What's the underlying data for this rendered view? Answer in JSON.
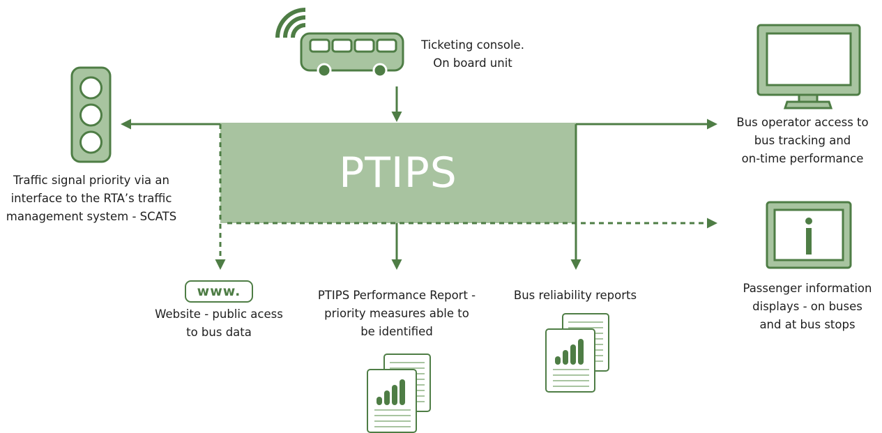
{
  "colors": {
    "primary": "#4e7d45",
    "fill": "#a8c4a0",
    "core_fill": "#a8c3a0",
    "text": "#1e1e1e"
  },
  "center": {
    "title": "PTIPS"
  },
  "nodes": {
    "ticketing": {
      "icon": "bus-wireless-icon",
      "lines": [
        "Ticketing console.",
        "On board unit"
      ]
    },
    "traffic": {
      "icon": "traffic-light-icon",
      "lines": [
        "Traffic signal priority via an",
        "interface to the RTA’s traffic",
        "management system - SCATS"
      ]
    },
    "operator": {
      "icon": "monitor-icon",
      "lines": [
        "Bus operator access to",
        "bus tracking and",
        "on-time performance"
      ]
    },
    "passenger": {
      "icon": "info-display-icon",
      "lines": [
        "Passenger information",
        "displays - on buses",
        "and at bus stops"
      ]
    },
    "website": {
      "icon": "www-icon",
      "icon_text": "www.",
      "lines": [
        "Website - public acess",
        "to bus data"
      ]
    },
    "performance": {
      "icon": "report-chart-icon",
      "lines": [
        "PTIPS Performance Report -",
        "priority measures able to",
        "be identified"
      ]
    },
    "reliability": {
      "icon": "report-chart-icon",
      "lines": [
        "Bus reliability reports"
      ]
    }
  }
}
